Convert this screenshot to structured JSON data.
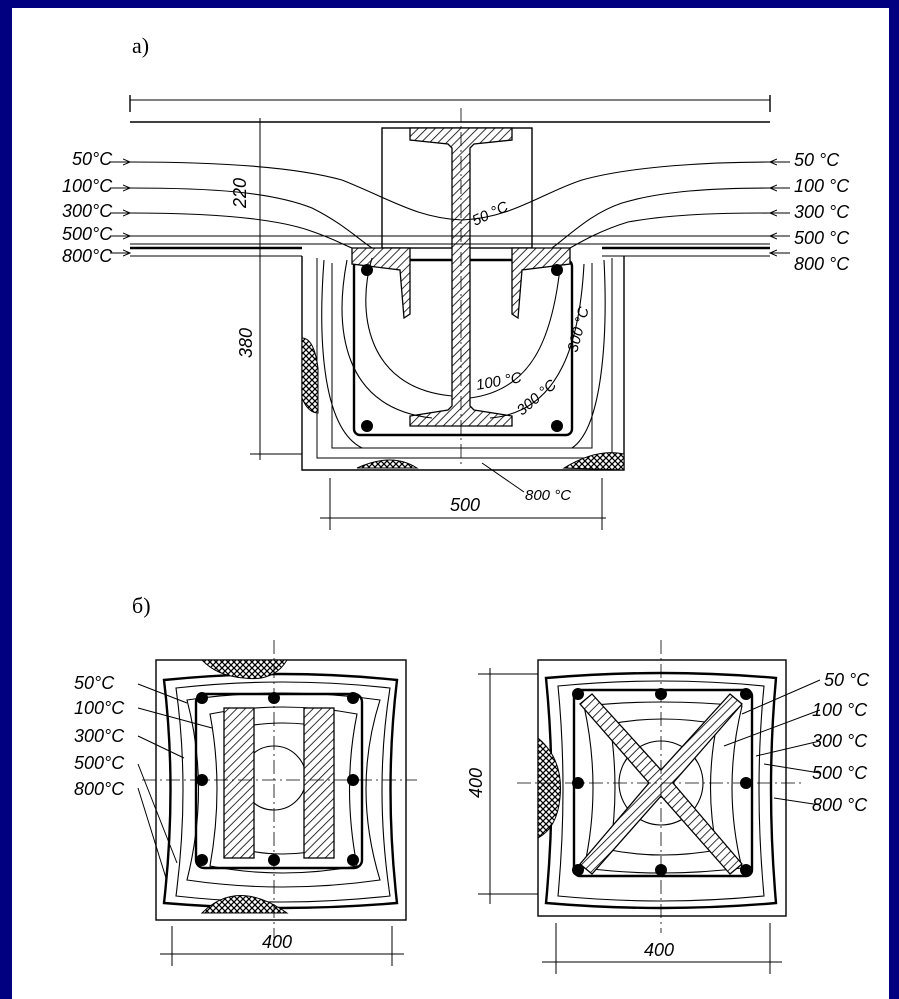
{
  "section_labels": {
    "a": "а)",
    "b": "б)"
  },
  "part_a": {
    "iso_left": [
      "50°C",
      "100°C",
      "300°C",
      "500°C",
      "800°C"
    ],
    "iso_right": [
      "50 °C",
      "100 °C",
      "300 °C",
      "500 °C",
      "800 °C"
    ],
    "inner_labels": [
      "50 °C",
      "100 °C",
      "300 °C",
      "300 °C",
      "800 °C"
    ],
    "dim_220": "220",
    "dim_380": "380",
    "dim_500": "500"
  },
  "part_b_left": {
    "iso": [
      "50°C",
      "100°C",
      "300°C",
      "500°C",
      "800°C"
    ],
    "dim_width": "400"
  },
  "part_b_right": {
    "iso": [
      "50 °C",
      "100 °C",
      "300 °C",
      "500 °C",
      "800 °C"
    ],
    "dim_width": "400",
    "dim_height": "400"
  }
}
